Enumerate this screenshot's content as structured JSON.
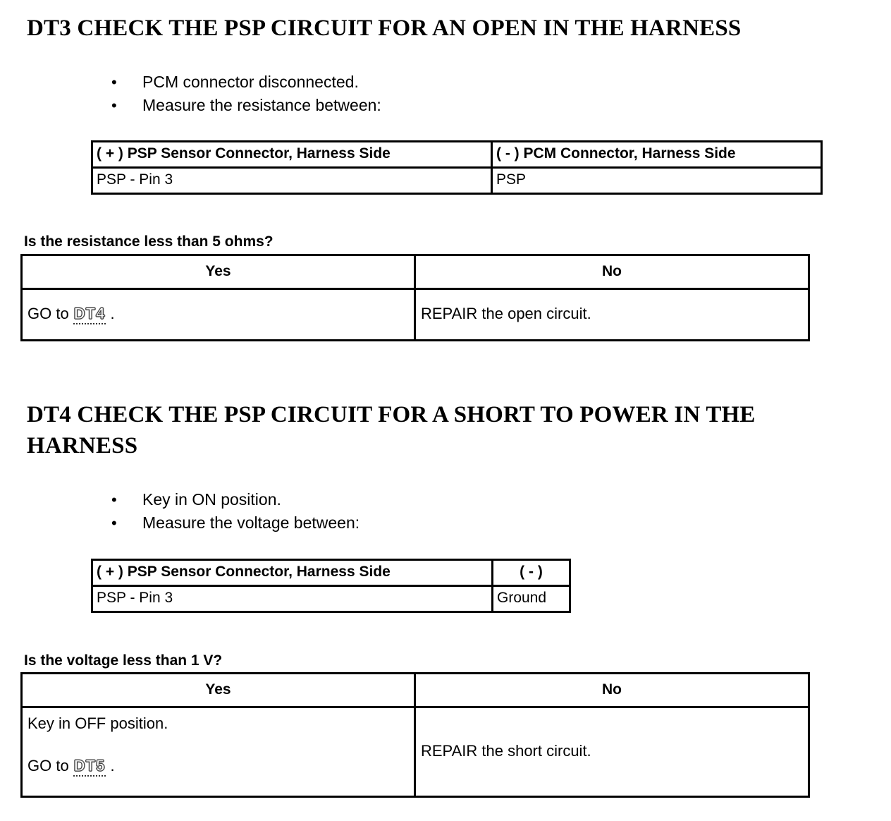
{
  "document": {
    "title": "DT3 / DT4 Diagnostic Procedure"
  },
  "sections": [
    {
      "heading": "DT3 CHECK THE PSP CIRCUIT FOR AN OPEN IN THE HARNESS",
      "bullets": [
        {
          "marker": "•",
          "text": "PCM connector disconnected."
        },
        {
          "marker": "•",
          "text": "Measure the resistance between:"
        }
      ],
      "measure_table": {
        "headers": [
          "( + ) PSP Sensor Connector, Harness Side",
          "( - ) PCM Connector, Harness Side"
        ],
        "values": [
          "PSP - Pin 3",
          "PSP"
        ]
      },
      "question": "Is the resistance less than 5 ohms?",
      "decision_table": {
        "headers": [
          "Yes",
          "No"
        ],
        "yes_prefix": "GO to ",
        "yes_link": "DT4",
        "yes_suffix": " .",
        "no_text": "REPAIR the open circuit."
      }
    },
    {
      "heading": "DT4 CHECK THE PSP CIRCUIT FOR A SHORT TO POWER IN THE HARNESS",
      "bullets": [
        {
          "marker": "•",
          "text": "Key in ON position."
        },
        {
          "marker": "•",
          "text": "Measure the voltage between:"
        }
      ],
      "measure_table": {
        "headers": [
          "( + ) PSP Sensor Connector, Harness Side",
          "( - )"
        ],
        "values": [
          "PSP - Pin 3",
          "Ground"
        ]
      },
      "question": "Is the voltage less than 1 V?",
      "decision_table": {
        "headers": [
          "Yes",
          "No"
        ],
        "yes_first_line": "Key in OFF position.",
        "yes_prefix": "GO to ",
        "yes_link": "DT5",
        "yes_suffix": " .",
        "no_text": "REPAIR the short circuit."
      }
    }
  ],
  "colors": {
    "text": "#000000",
    "background": "#ffffff",
    "border": "#000000",
    "link_outline": "#555555"
  }
}
